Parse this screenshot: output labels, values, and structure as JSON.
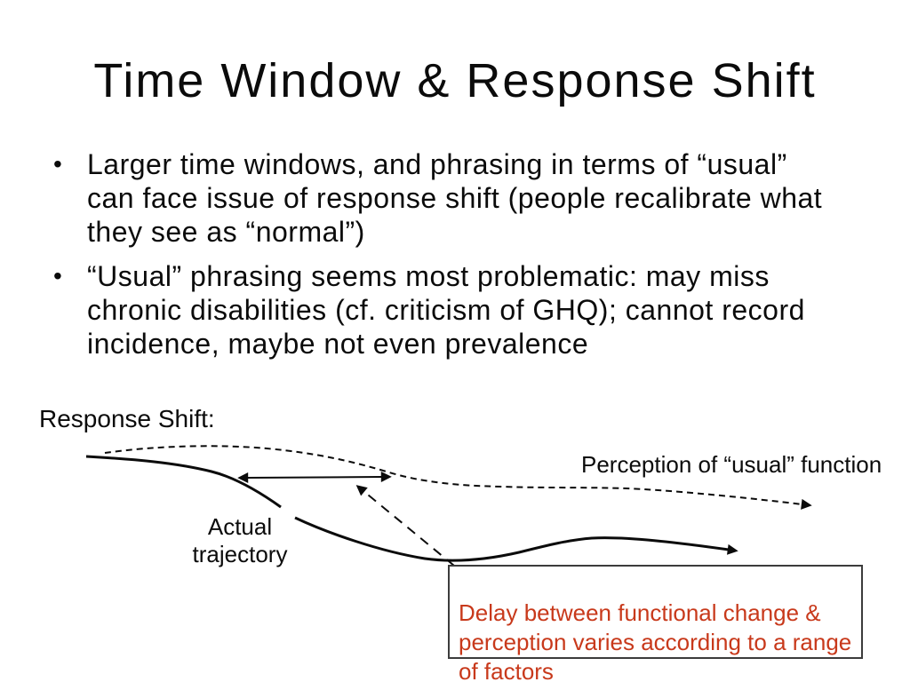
{
  "slide": {
    "title": "Time Window & Response Shift",
    "bullet_glyph": "•",
    "bullets": [
      "Larger time windows, and phrasing in terms of “usual”\ncan face issue of response shift (people recalibrate what\nthey see as “normal”)",
      "“Usual” phrasing seems most problematic: may miss\nchronic disabilities (cf. criticism of GHQ); cannot record\nincidence, maybe not even prevalence"
    ]
  },
  "diagram": {
    "heading": "Response Shift:",
    "labels": {
      "perception": "Perception of “usual” function",
      "actual": "Actual\ntrajectory"
    },
    "callout": {
      "text": "Delay between functional change &\nperception varies according to a range\nof factors",
      "text_color": "#c8391b",
      "border_color": "#3c3c3c"
    },
    "line_color": "#0b0b0b"
  }
}
